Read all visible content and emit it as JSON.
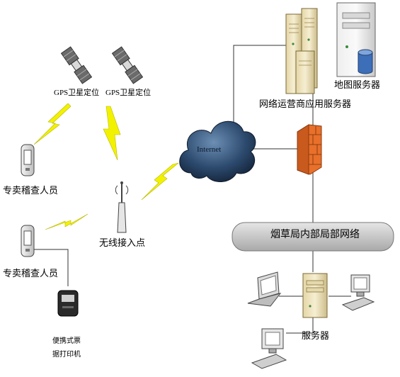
{
  "labels": {
    "gps_satellite_1": "GPS卫星定位",
    "gps_satellite_2": "GPS卫星定位",
    "isp_app_server": "网络运营商应用服务器",
    "map_server": "地图服务器",
    "internet": "Internet",
    "inspector_1": "专卖稽查人员",
    "inspector_2": "专卖稽查人员",
    "wireless_ap": "无线接入点",
    "internal_network": "烟草局内部局部网络",
    "portable_printer_line1": "便携式票",
    "portable_printer_line2": "据打印机",
    "server": "服务器"
  },
  "colors": {
    "lightning": "#f2f200",
    "cloud": "#2c4a6e",
    "firewall": "#e8702a",
    "network_bar": "#c8c8c8",
    "server_body": "#f2e8c4",
    "line": "#333333"
  },
  "icons": [
    "satellite-icon",
    "server-rack-icon",
    "database-icon",
    "cloud-icon",
    "firewall-icon",
    "pda-icon",
    "antenna-icon",
    "printer-icon",
    "laptop-icon",
    "desktop-icon",
    "lightning-icon"
  ]
}
